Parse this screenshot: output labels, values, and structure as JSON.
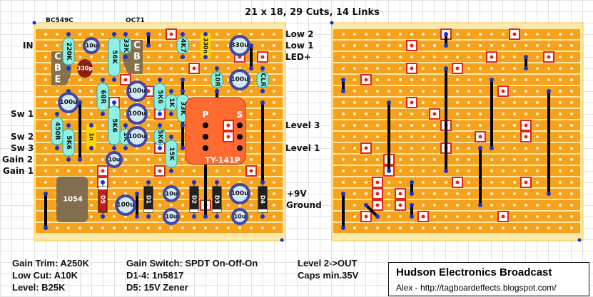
{
  "title": "21 x 18, 29 Cuts, 14 Links",
  "transistors": {
    "q1": "BC549C",
    "q2": "OC71"
  },
  "left_labels": [
    "IN",
    "Sw 1",
    "Sw 2",
    "Sw 3",
    "Gain 2",
    "Gain 1"
  ],
  "right_labels": [
    "Low 2",
    "Low 1",
    "LED+",
    "Level 3",
    "Level 1",
    "+9V",
    "Ground"
  ],
  "components": {
    "resistors": [
      "220K",
      "56K",
      "33K",
      "4K7",
      "10R",
      "CLR",
      "68R",
      "5K6",
      "1K",
      "5K6",
      "1K",
      "33K",
      "450R",
      "5K6",
      "5K6",
      "15K"
    ],
    "capacitors": [
      "10u",
      "330u",
      "100u",
      "100u",
      "100u",
      "100u",
      "100u",
      "10u",
      "10u",
      "10u",
      "100u",
      "10u",
      "100u",
      "10u"
    ],
    "film_caps": [
      "330n",
      "1n"
    ],
    "ceramic": "330p",
    "diodes": [
      "D1",
      "D2",
      "D3",
      "D4",
      "D5"
    ],
    "ic": "1054",
    "switch": {
      "label": "TY-141P",
      "p": "P",
      "s": "S"
    },
    "transistor_pins": [
      "C",
      "B",
      "E"
    ]
  },
  "notes": {
    "col1": [
      "Gain Trim: A250K",
      "Low Cut: A10K",
      "Level: B25K"
    ],
    "col2": [
      "Gain Switch: SPDT On-Off-On",
      "D1-4: 1n5817",
      "D5: 15V Zener"
    ],
    "col3": [
      "Level 2->OUT",
      "Caps min.35V"
    ]
  },
  "credit": {
    "title": "Hudson Electronics Broadcast",
    "url": "Alex - http://tagboardeffects.blogspot.com/"
  },
  "colors": {
    "board": "#f6a21d",
    "strip": "#f6a21d",
    "border": "#fde9a9",
    "cut": "#e2231a",
    "link": "#000000",
    "resistor": "#8ff0e6",
    "cap": "#3f47a8",
    "cap_face": "#d5e9f5",
    "diode": "#222222",
    "zener": "#c41b1b",
    "ic": "#7b6a4f",
    "switch": "#ff6a30",
    "film": "#ffd700"
  }
}
